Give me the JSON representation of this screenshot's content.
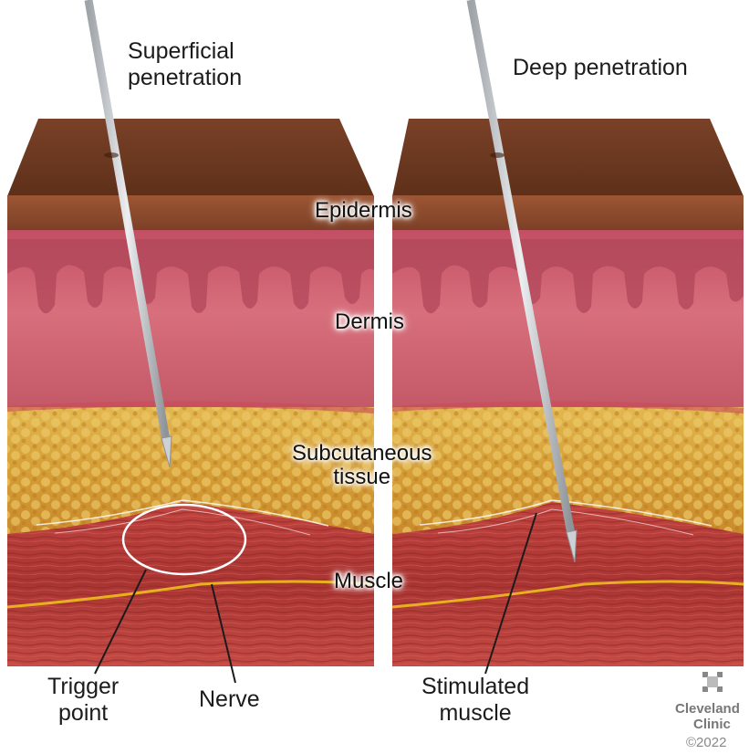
{
  "headings": {
    "left": "Superficial\npenetration",
    "right": "Deep penetration"
  },
  "layers": {
    "epidermis": "Epidermis",
    "dermis": "Dermis",
    "subcutaneous": "Subcutaneous\ntissue",
    "muscle": "Muscle"
  },
  "callouts": {
    "trigger_point": "Trigger\npoint",
    "nerve": "Nerve",
    "stimulated_muscle": "Stimulated\nmuscle"
  },
  "logo": {
    "name_line1": "Cleveland",
    "name_line2": "Clinic",
    "copyright": "©2022"
  },
  "colors": {
    "skin_top": "#6e3a22",
    "epidermis": "#8a4a2c",
    "dermis": "#c85a6c",
    "fat": "#d9a640",
    "muscle": "#b23a38",
    "nerve": "#e8b020",
    "needle": "#c9ccd0"
  }
}
